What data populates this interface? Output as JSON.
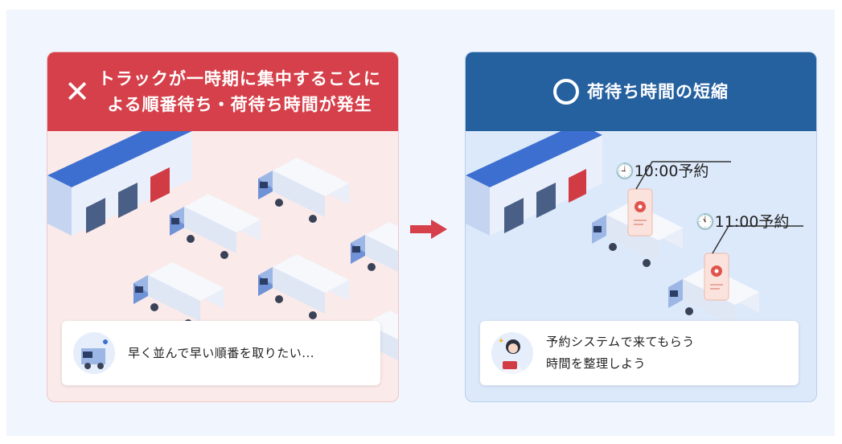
{
  "left_panel": {
    "header_line1": "トラックが一時期に集中することに",
    "header_line2": "よる順番待ち・荷待ち時間が発生",
    "mark": "✕",
    "bubble_text": "早く並んで早い順番を取りたい..."
  },
  "right_panel": {
    "header": "荷待ち時間の短縮",
    "reservation_1": "10:00予約",
    "reservation_2": "11:00予約",
    "bubble_line1": "予約システムで来てもらう",
    "bubble_line2": "時間を整理しよう"
  },
  "colors": {
    "left_header": "#d5404a",
    "right_header": "#25609f",
    "arrow": "#d5404a"
  }
}
